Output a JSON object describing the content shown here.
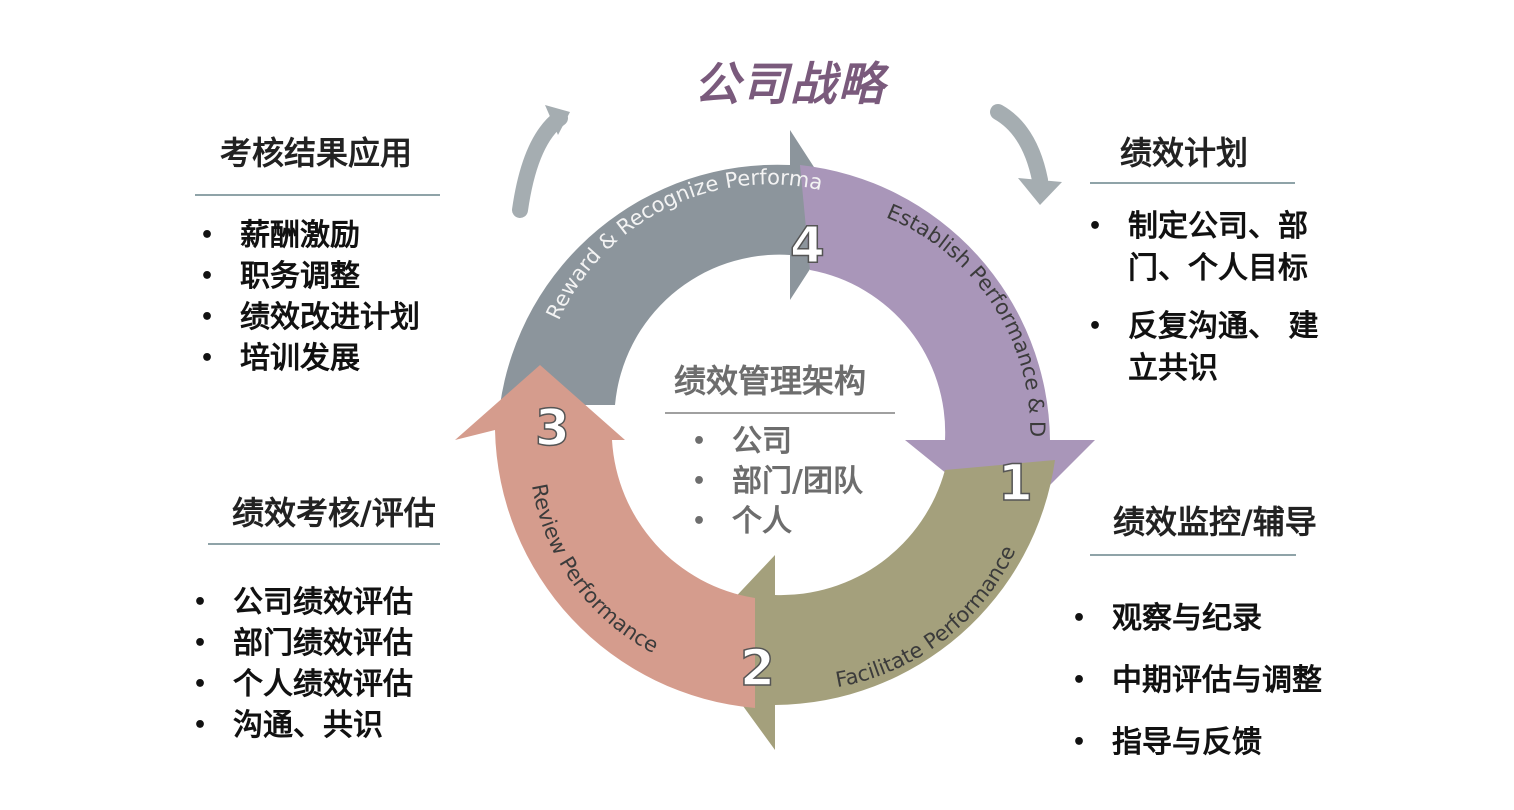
{
  "title": "公司战略",
  "cycle": {
    "center_title": "绩效管理架构",
    "center_items": [
      "公司",
      "部门/团队",
      "个人"
    ],
    "stages": [
      {
        "number": "1",
        "label": "Establish Performance & Development Plan",
        "color": "#a996b9"
      },
      {
        "number": "2",
        "label": "Facilitate Performance",
        "color": "#a4a07c"
      },
      {
        "number": "3",
        "label": "Review Performance",
        "color": "#d59c8d"
      },
      {
        "number": "4",
        "label": "Reward & Recognize Performance",
        "color": "#8c959c"
      }
    ]
  },
  "sections": {
    "results_application": {
      "title": "考核结果应用",
      "items": [
        "薪酬激励",
        "职务调整",
        "绩效改进计划",
        "培训发展"
      ]
    },
    "performance_plan": {
      "title": "绩效计划",
      "items": [
        "制定公司、部门、个人目标",
        "反复沟通、 建立共识"
      ]
    },
    "performance_review": {
      "title": "绩效考核/评估",
      "items": [
        "公司绩效评估",
        "部门绩效评估",
        "个人绩效评估",
        "沟通、共识"
      ]
    },
    "performance_monitoring": {
      "title": "绩效监控/辅导",
      "items": [
        "观察与纪录",
        "中期评估与调整",
        "指导与反馈"
      ]
    }
  }
}
